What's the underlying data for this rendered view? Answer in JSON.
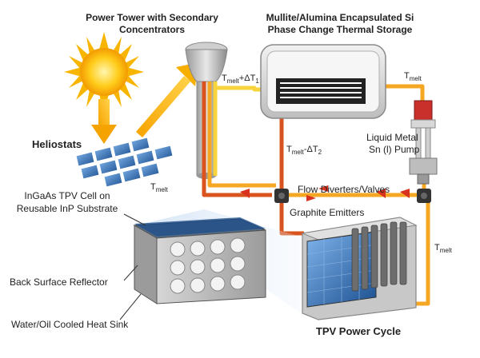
{
  "titles": {
    "power_tower_line1": "Power Tower with Secondary",
    "power_tower_line2": "Concentrators",
    "storage_line1": "Mullite/Alumina Encapsulated Si",
    "storage_line2": "Phase Change Thermal Storage",
    "heliostats": "Heliostats",
    "tpv_cell_line1": "InGaAs TPV Cell on",
    "tpv_cell_line2": "Reusable InP Substrate",
    "liquid_metal_line1": "Liquid Metal",
    "liquid_metal_line2": "Sn (l) Pump",
    "flow_diverters": "Flow Diverters/Valves",
    "graphite_emitters": "Graphite Emitters",
    "back_reflector": "Back Surface Reflector",
    "heat_sink": "Water/Oil Cooled Heat Sink",
    "tpv_cycle": "TPV Power Cycle"
  },
  "temps": {
    "t_melt_dt1": "T",
    "t_melt_dt1_sub": "melt",
    "t_melt_dt1_tail": "+ΔT",
    "t_melt_dt1_sub2": "1",
    "t_melt_dt2": "T",
    "t_melt_dt2_sub": "melt",
    "t_melt_dt2_tail": "-ΔT",
    "t_melt_dt2_sub2": "2",
    "t_melt_top": "T",
    "t_melt_top_sub": "melt",
    "t_melt_left": "T",
    "t_melt_left_sub": "melt",
    "t_melt_right": "T",
    "t_melt_right_sub": "melt"
  },
  "colors": {
    "hot_pipe": "#f5a623",
    "warm_pipe": "#f7d43b",
    "cool_pipe": "#d9531e",
    "sun": "#f5b800",
    "panel": "#2d6fb5"
  }
}
